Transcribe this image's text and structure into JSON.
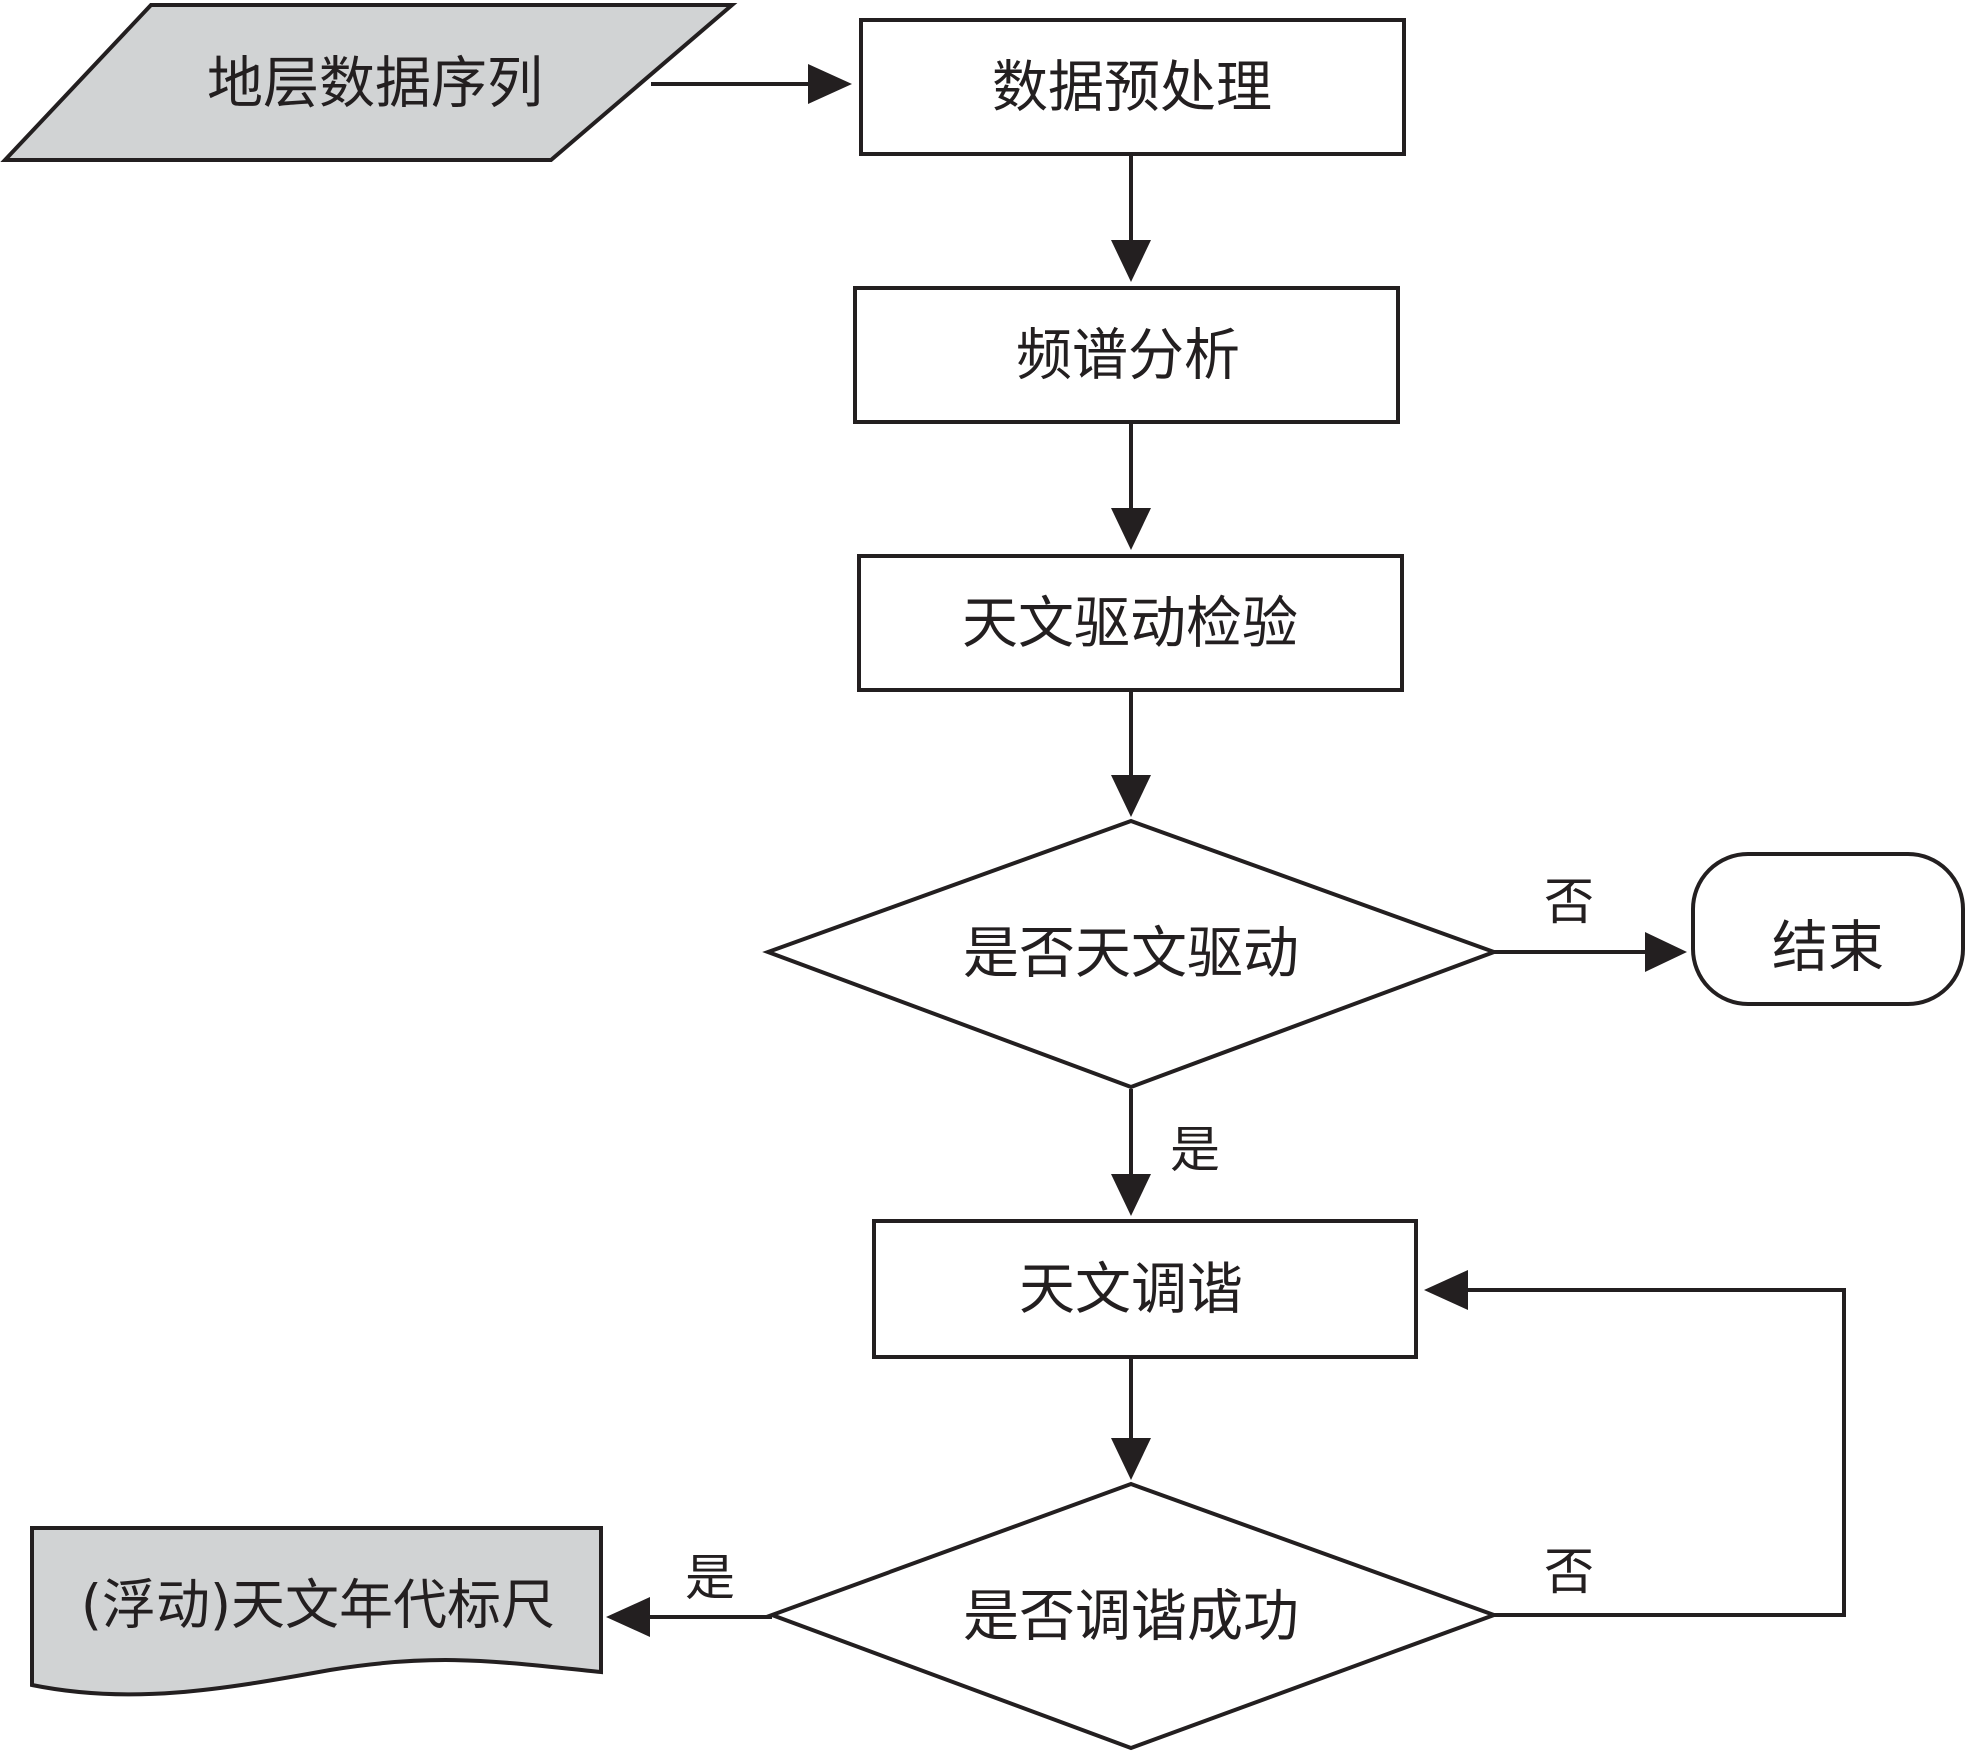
{
  "colors": {
    "stroke": "#231f20",
    "process_fill": "#ffffff",
    "io_fill": "#d1d3d4",
    "text": "#231f20",
    "background": "#ffffff"
  },
  "nodes": {
    "input": {
      "shape": "parallelogram",
      "text": "地层数据序列"
    },
    "preprocess": {
      "shape": "rectangle",
      "text": "数据预处理"
    },
    "spectrum": {
      "shape": "rectangle",
      "text": "频谱分析"
    },
    "astro_test": {
      "shape": "rectangle",
      "text": "天文驱动检验"
    },
    "decision_astro": {
      "shape": "diamond",
      "text": "是否天文驱动"
    },
    "end": {
      "shape": "rounded-rectangle",
      "text": "结束"
    },
    "tuning": {
      "shape": "rectangle",
      "text": "天文调谐"
    },
    "decision_tuning": {
      "shape": "diamond",
      "text": "是否调谐成功"
    },
    "output": {
      "shape": "document",
      "text": "(浮动)天文年代标尺"
    }
  },
  "edges": [
    {
      "from": "input",
      "to": "preprocess",
      "label": ""
    },
    {
      "from": "preprocess",
      "to": "spectrum",
      "label": ""
    },
    {
      "from": "spectrum",
      "to": "astro_test",
      "label": ""
    },
    {
      "from": "astro_test",
      "to": "decision_astro",
      "label": ""
    },
    {
      "from": "decision_astro",
      "to": "end",
      "label": "否"
    },
    {
      "from": "decision_astro",
      "to": "tuning",
      "label": "是"
    },
    {
      "from": "tuning",
      "to": "decision_tuning",
      "label": ""
    },
    {
      "from": "decision_tuning",
      "to": "tuning",
      "label": "否"
    },
    {
      "from": "decision_tuning",
      "to": "output",
      "label": "是"
    }
  ]
}
